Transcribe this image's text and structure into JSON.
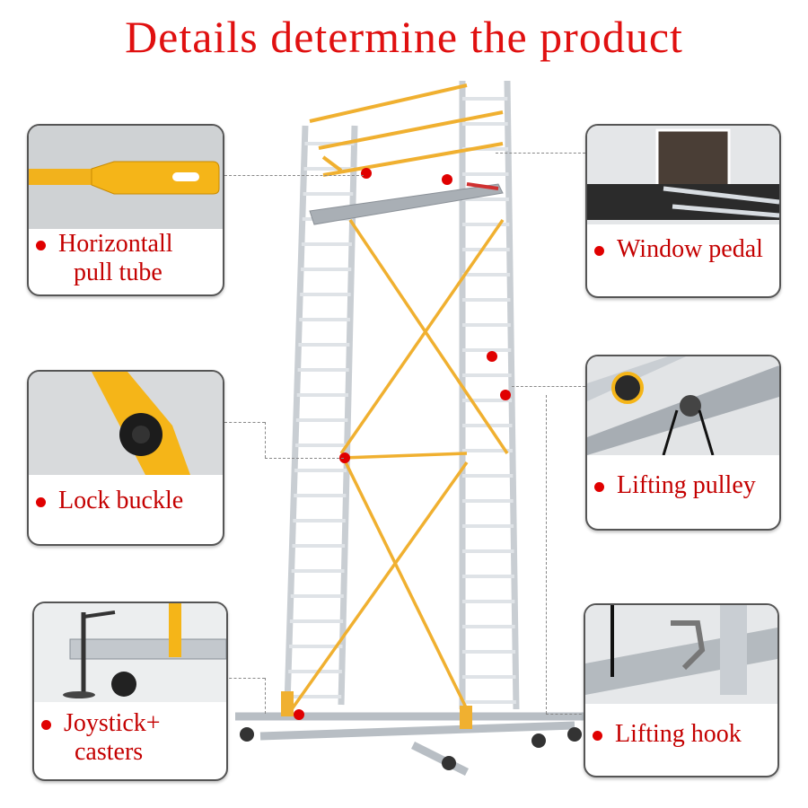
{
  "title": "Details determine the product",
  "callouts": {
    "horizontal_pull_tube": {
      "line1": "Horizontall",
      "line2": "pull tube",
      "icon": "pull-tube-photo"
    },
    "window_pedal": {
      "label": "Window pedal",
      "icon": "window-pedal-photo"
    },
    "lock_buckle": {
      "label": "Lock buckle",
      "icon": "lock-buckle-photo"
    },
    "lifting_pulley": {
      "label": "Lifting pulley",
      "icon": "lifting-pulley-photo"
    },
    "joystick_casters": {
      "line1": "Joystick+",
      "line2": "casters",
      "icon": "joystick-casters-photo"
    },
    "lifting_hook": {
      "label": "Lifting hook",
      "icon": "lifting-hook-photo"
    }
  },
  "colors": {
    "title": "#e01010",
    "marker": "#e00000",
    "frame": "#f0b030",
    "aluminium": "#d8dde2"
  }
}
